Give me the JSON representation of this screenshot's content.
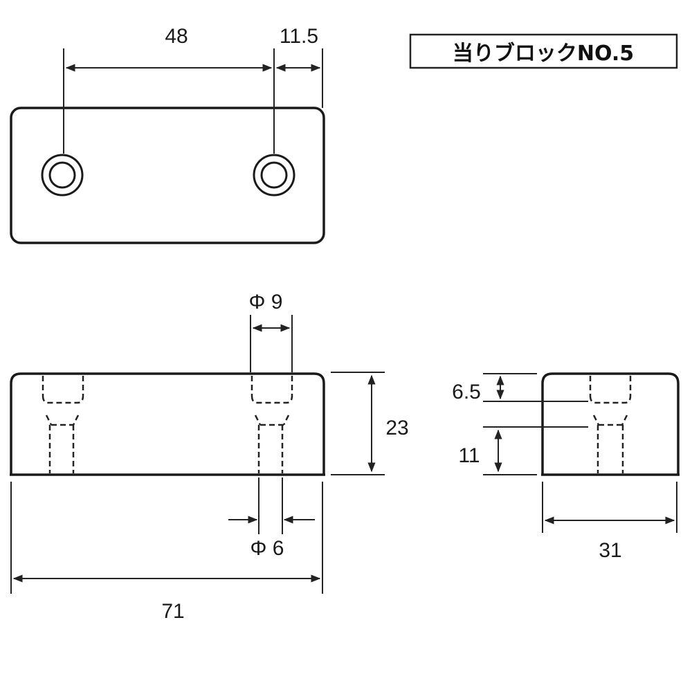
{
  "title": "当りブロックNO.5",
  "dimensions": {
    "hole_pitch": "48",
    "hole_edge_offset": "11.5",
    "counterbore_diameter": "Φ 9",
    "height": "23",
    "counterbore_depth": "6.5",
    "lower_section": "11",
    "hole_diameter": "Φ 6",
    "width": "31",
    "length": "71"
  }
}
